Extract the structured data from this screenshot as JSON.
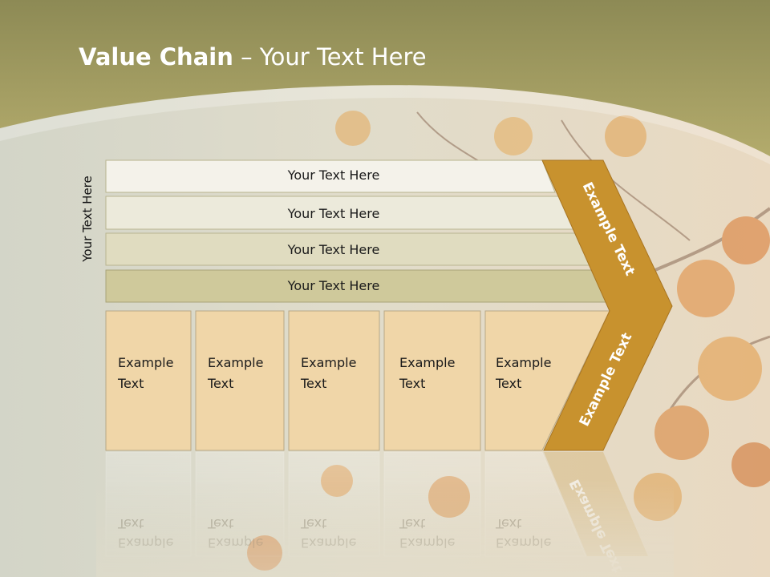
{
  "slide": {
    "title_bold": "Value Chain",
    "title_rest": " – Your Text Here",
    "side_label": "Your Text Here"
  },
  "bars": [
    {
      "label": "Your Text Here",
      "color": "#f4f2ea"
    },
    {
      "label": "Your Text Here",
      "color": "#eceadb"
    },
    {
      "label": "Your Text Here",
      "color": "#e0dcc0"
    },
    {
      "label": "Your Text Here",
      "color": "#cfc99b"
    }
  ],
  "boxes": [
    {
      "line1": "Example",
      "line2": "Text"
    },
    {
      "line1": "Example",
      "line2": "Text"
    },
    {
      "line1": "Example",
      "line2": "Text"
    },
    {
      "line1": "Example",
      "line2": "Text"
    },
    {
      "line1": "Example",
      "line2": "Text"
    }
  ],
  "arrow": {
    "upper_label": "Example Text",
    "lower_label": "Example Text",
    "color": "#c8922e"
  },
  "colors": {
    "header_band": "#a8a05e",
    "background": "#dcd9c8",
    "box_fill": "#f0d6a8"
  }
}
